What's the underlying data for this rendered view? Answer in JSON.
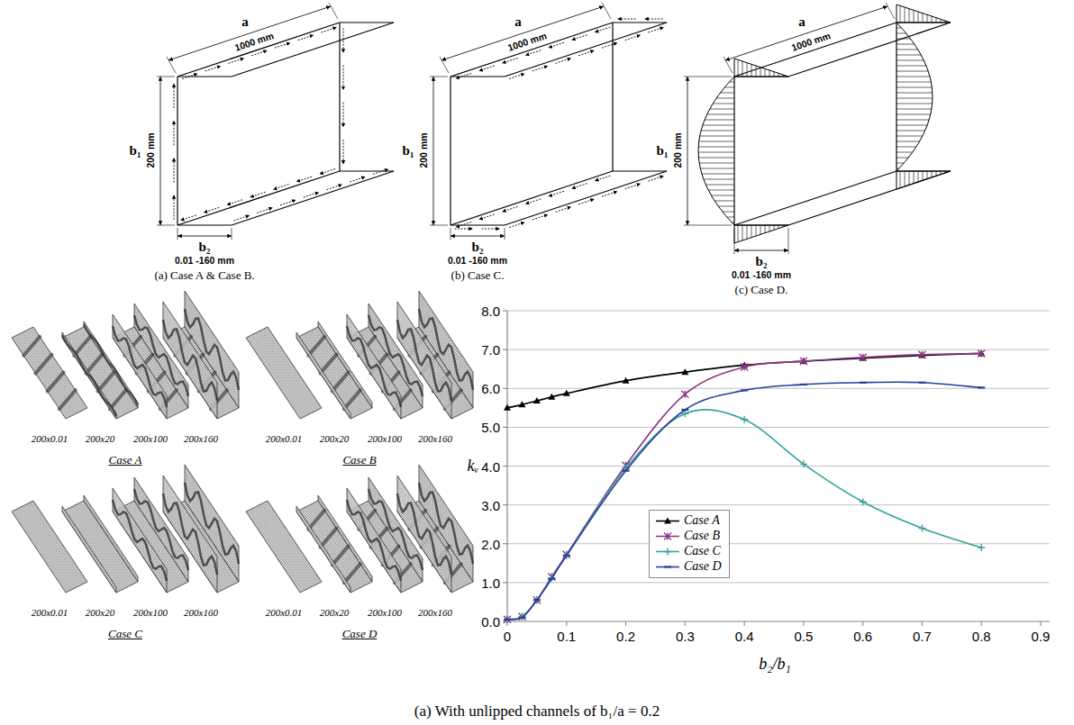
{
  "diagram": {
    "caption": "(a) With unlipped channels of b₁/a = 0.2",
    "labels": [
      "a",
      "1000 mm",
      "b₁",
      "200 mm",
      "b₂",
      "0.01 -160 mm",
      "(a) Case A & Case B.",
      "a",
      "1000 mm",
      "b₁",
      "200 mm",
      "b₂",
      "0.01 -160 mm",
      "(b) Case C.",
      "a",
      "1000 mm",
      "b₁",
      "200 mm",
      "b₂",
      "0.01 -160 mm",
      "(c) Case D.",
      "200x0.01",
      "200x20",
      "200x100",
      "200x160",
      "Case A",
      "200x0.01",
      "200x20",
      "200x100",
      "200x160",
      "Case B",
      "200x0.01",
      "200x20",
      "200x100",
      "200x160",
      "Case C",
      "200x0.01",
      "200x20",
      "200x100",
      "200x160",
      "Case D",
      "0.0",
      "1.0",
      "2.0",
      "3.0",
      "4.0",
      "5.0",
      "6.0",
      "7.0",
      "8.0",
      "0",
      "0.1",
      "0.2",
      "0.3",
      "0.4",
      "0.5",
      "0.6",
      "0.7",
      "0.8",
      "0.9",
      "kᵥ",
      "b₂/b₁"
    ],
    "legend": [
      {
        "text": "Case A"
      },
      {
        "text": "Case B"
      },
      {
        "text": "Case C"
      },
      {
        "text": "Case D"
      }
    ]
  }
}
